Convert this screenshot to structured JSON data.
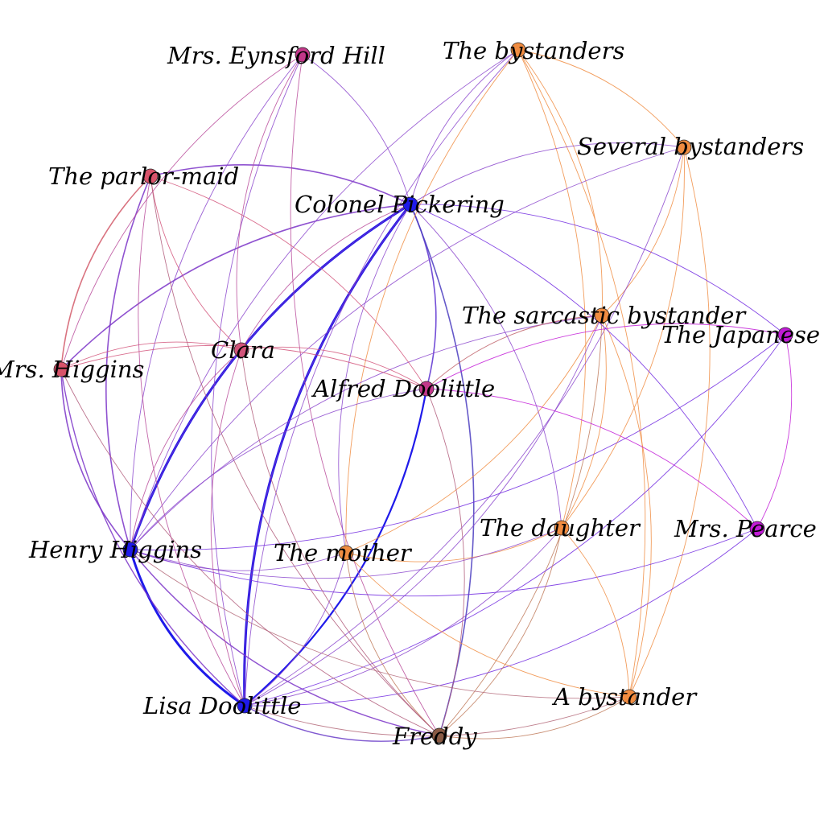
{
  "colors": {
    "blue": "#1f1aea",
    "orange": "#f08c41",
    "rose": "#d2547a",
    "magenta": "#c21bd7",
    "brown": "#8a5a44",
    "violet": "#7b34c8"
  },
  "nodes": [
    {
      "id": "eynsford",
      "label": "Mrs. Eynsford Hill",
      "color": "#c2378a"
    },
    {
      "id": "bystanders",
      "label": "The bystanders",
      "color": "#f08c41"
    },
    {
      "id": "several",
      "label": "Several bystanders",
      "color": "#f08c41"
    },
    {
      "id": "parlormaid",
      "label": "The parlor-maid",
      "color": "#d8536a"
    },
    {
      "id": "pickering",
      "label": "Colonel Pickering",
      "color": "#1f1aea"
    },
    {
      "id": "sarcastic",
      "label": "The sarcastic bystander",
      "color": "#f08c41"
    },
    {
      "id": "japanese",
      "label": "The Japanese",
      "color": "#c21bd7"
    },
    {
      "id": "clara",
      "label": "Clara",
      "color": "#d2547a"
    },
    {
      "id": "mrshiggins",
      "label": "Mrs. Higgins",
      "color": "#d8536a"
    },
    {
      "id": "alfred",
      "label": "Alfred Doolittle",
      "color": "#c2378a"
    },
    {
      "id": "henry",
      "label": "Henry Higgins",
      "color": "#1f1aea"
    },
    {
      "id": "mother",
      "label": "The mother",
      "color": "#f08c41"
    },
    {
      "id": "daughter",
      "label": "The daughter",
      "color": "#f08c41"
    },
    {
      "id": "pearce",
      "label": "Mrs. Pearce",
      "color": "#c21bd7"
    },
    {
      "id": "abystander",
      "label": "A bystander",
      "color": "#f08c41"
    },
    {
      "id": "lisa",
      "label": "Lisa Doolittle",
      "color": "#1f1aea"
    },
    {
      "id": "freddy",
      "label": "Freddy",
      "color": "#8a5a44"
    }
  ],
  "edges": [
    {
      "source": "henry",
      "target": "lisa",
      "weight": 3,
      "color": "#1f1aea"
    },
    {
      "source": "pickering",
      "target": "lisa",
      "weight": 3,
      "color": "#1f1aea"
    },
    {
      "source": "pickering",
      "target": "henry",
      "weight": 3,
      "color": "#1f1aea"
    },
    {
      "source": "alfred",
      "target": "lisa",
      "weight": 2.2,
      "color": "#1f1aea"
    },
    {
      "source": "pickering",
      "target": "alfred",
      "weight": 1.6,
      "color": "#5a2fd0"
    },
    {
      "source": "pickering",
      "target": "freddy",
      "weight": 1.6,
      "color": "#4a3cc0"
    },
    {
      "source": "parlormaid",
      "target": "pickering",
      "weight": 1.6,
      "color": "#7b34c8"
    },
    {
      "source": "mrshiggins",
      "target": "pickering",
      "weight": 1.6,
      "color": "#7b34c8"
    },
    {
      "source": "mrshiggins",
      "target": "henry",
      "weight": 1.6,
      "color": "#7b34c8"
    },
    {
      "source": "parlormaid",
      "target": "henry",
      "weight": 1.6,
      "color": "#7b34c8"
    },
    {
      "source": "parlormaid",
      "target": "mrshiggins",
      "weight": 1.6,
      "color": "#d25a6a"
    },
    {
      "source": "henry",
      "target": "freddy",
      "weight": 1.4,
      "color": "#7b34c8"
    },
    {
      "source": "lisa",
      "target": "freddy",
      "weight": 1.4,
      "color": "#6a3cc8"
    },
    {
      "source": "mrshiggins",
      "target": "lisa",
      "weight": 1.4,
      "color": "#7b34c8"
    },
    {
      "source": "eynsford",
      "target": "pickering",
      "weight": 0.9,
      "color": "#8a44cc"
    },
    {
      "source": "eynsford",
      "target": "henry",
      "weight": 0.9,
      "color": "#8a44cc"
    },
    {
      "source": "eynsford",
      "target": "lisa",
      "weight": 0.9,
      "color": "#8a44cc"
    },
    {
      "source": "eynsford",
      "target": "clara",
      "weight": 0.9,
      "color": "#b84a9a"
    },
    {
      "source": "eynsford",
      "target": "freddy",
      "weight": 0.9,
      "color": "#b84a9a"
    },
    {
      "source": "eynsford",
      "target": "mrshiggins",
      "weight": 0.9,
      "color": "#b84a9a"
    },
    {
      "source": "bystanders",
      "target": "several",
      "weight": 0.9,
      "color": "#f08c41"
    },
    {
      "source": "bystanders",
      "target": "sarcastic",
      "weight": 0.9,
      "color": "#f08c41"
    },
    {
      "source": "bystanders",
      "target": "daughter",
      "weight": 0.9,
      "color": "#f08c41"
    },
    {
      "source": "bystanders",
      "target": "mother",
      "weight": 0.9,
      "color": "#f08c41"
    },
    {
      "source": "bystanders",
      "target": "abystander",
      "weight": 0.9,
      "color": "#f08c41"
    },
    {
      "source": "bystanders",
      "target": "henry",
      "weight": 0.9,
      "color": "#8a44cc"
    },
    {
      "source": "bystanders",
      "target": "pickering",
      "weight": 0.9,
      "color": "#8a44cc"
    },
    {
      "source": "bystanders",
      "target": "lisa",
      "weight": 0.9,
      "color": "#8a44cc"
    },
    {
      "source": "several",
      "target": "sarcastic",
      "weight": 0.9,
      "color": "#f08c41"
    },
    {
      "source": "several",
      "target": "daughter",
      "weight": 0.9,
      "color": "#f08c41"
    },
    {
      "source": "several",
      "target": "abystander",
      "weight": 0.9,
      "color": "#f08c41"
    },
    {
      "source": "several",
      "target": "henry",
      "weight": 0.9,
      "color": "#8a44cc"
    },
    {
      "source": "several",
      "target": "pickering",
      "weight": 0.9,
      "color": "#8a44cc"
    },
    {
      "source": "several",
      "target": "lisa",
      "weight": 0.9,
      "color": "#8a44cc"
    },
    {
      "source": "sarcastic",
      "target": "daughter",
      "weight": 0.9,
      "color": "#f08c41"
    },
    {
      "source": "sarcastic",
      "target": "abystander",
      "weight": 0.9,
      "color": "#f08c41"
    },
    {
      "source": "sarcastic",
      "target": "mother",
      "weight": 0.9,
      "color": "#f08c41"
    },
    {
      "source": "sarcastic",
      "target": "henry",
      "weight": 0.9,
      "color": "#8a44cc"
    },
    {
      "source": "sarcastic",
      "target": "lisa",
      "weight": 0.9,
      "color": "#8a44cc"
    },
    {
      "source": "sarcastic",
      "target": "freddy",
      "weight": 0.9,
      "color": "#c07a5a"
    },
    {
      "source": "sarcastic",
      "target": "alfred",
      "weight": 0.9,
      "color": "#c0626a"
    },
    {
      "source": "japanese",
      "target": "pearce",
      "weight": 0.9,
      "color": "#c21bd7"
    },
    {
      "source": "japanese",
      "target": "pickering",
      "weight": 0.9,
      "color": "#7028e0"
    },
    {
      "source": "japanese",
      "target": "henry",
      "weight": 0.9,
      "color": "#7028e0"
    },
    {
      "source": "japanese",
      "target": "lisa",
      "weight": 0.9,
      "color": "#7028e0"
    },
    {
      "source": "japanese",
      "target": "alfred",
      "weight": 0.9,
      "color": "#c21bd7"
    },
    {
      "source": "pearce",
      "target": "henry",
      "weight": 0.9,
      "color": "#7028e0"
    },
    {
      "source": "pearce",
      "target": "pickering",
      "weight": 0.9,
      "color": "#7028e0"
    },
    {
      "source": "pearce",
      "target": "lisa",
      "weight": 0.9,
      "color": "#7028e0"
    },
    {
      "source": "pearce",
      "target": "alfred",
      "weight": 0.9,
      "color": "#c21bd7"
    },
    {
      "source": "daughter",
      "target": "mother",
      "weight": 0.9,
      "color": "#f08c41"
    },
    {
      "source": "daughter",
      "target": "abystander",
      "weight": 0.9,
      "color": "#f08c41"
    },
    {
      "source": "daughter",
      "target": "freddy",
      "weight": 0.9,
      "color": "#c07a5a"
    },
    {
      "source": "daughter",
      "target": "henry",
      "weight": 0.9,
      "color": "#8a44cc"
    },
    {
      "source": "daughter",
      "target": "lisa",
      "weight": 0.9,
      "color": "#8a44cc"
    },
    {
      "source": "daughter",
      "target": "pickering",
      "weight": 0.9,
      "color": "#8a44cc"
    },
    {
      "source": "mother",
      "target": "freddy",
      "weight": 0.9,
      "color": "#c07a5a"
    },
    {
      "source": "mother",
      "target": "abystander",
      "weight": 0.9,
      "color": "#f08c41"
    },
    {
      "source": "mother",
      "target": "henry",
      "weight": 0.9,
      "color": "#8a44cc"
    },
    {
      "source": "mother",
      "target": "lisa",
      "weight": 0.9,
      "color": "#8a44cc"
    },
    {
      "source": "mother",
      "target": "pickering",
      "weight": 0.9,
      "color": "#8a44cc"
    },
    {
      "source": "abystander",
      "target": "henry",
      "weight": 0.9,
      "color": "#b46a7a"
    },
    {
      "source": "abystander",
      "target": "lisa",
      "weight": 0.9,
      "color": "#b46a7a"
    },
    {
      "source": "abystander",
      "target": "freddy",
      "weight": 0.9,
      "color": "#c07a5a"
    },
    {
      "source": "clara",
      "target": "henry",
      "weight": 0.9,
      "color": "#b84a9a"
    },
    {
      "source": "clara",
      "target": "lisa",
      "weight": 0.9,
      "color": "#b84a9a"
    },
    {
      "source": "clara",
      "target": "pickering",
      "weight": 0.9,
      "color": "#b84a9a"
    },
    {
      "source": "clara",
      "target": "freddy",
      "weight": 0.9,
      "color": "#b05a7a"
    },
    {
      "source": "clara",
      "target": "mrshiggins",
      "weight": 0.9,
      "color": "#d2547a"
    },
    {
      "source": "clara",
      "target": "parlormaid",
      "weight": 0.9,
      "color": "#d2547a"
    },
    {
      "source": "clara",
      "target": "alfred",
      "weight": 0.9,
      "color": "#d2547a"
    },
    {
      "source": "parlormaid",
      "target": "lisa",
      "weight": 0.9,
      "color": "#b84a9a"
    },
    {
      "source": "parlormaid",
      "target": "freddy",
      "weight": 0.9,
      "color": "#b05a7a"
    },
    {
      "source": "parlormaid",
      "target": "alfred",
      "weight": 0.9,
      "color": "#d2547a"
    },
    {
      "source": "mrshiggins",
      "target": "freddy",
      "weight": 0.9,
      "color": "#b05a7a"
    },
    {
      "source": "mrshiggins",
      "target": "alfred",
      "weight": 0.9,
      "color": "#d2547a"
    },
    {
      "source": "alfred",
      "target": "henry",
      "weight": 0.9,
      "color": "#8a44cc"
    },
    {
      "source": "alfred",
      "target": "freddy",
      "weight": 0.9,
      "color": "#b05a7a"
    },
    {
      "source": "henry",
      "target": "pickering",
      "weight": 0.9,
      "color": "#7b34c8"
    },
    {
      "source": "lisa",
      "target": "pickering",
      "weight": 0.9,
      "color": "#7b34c8"
    }
  ]
}
